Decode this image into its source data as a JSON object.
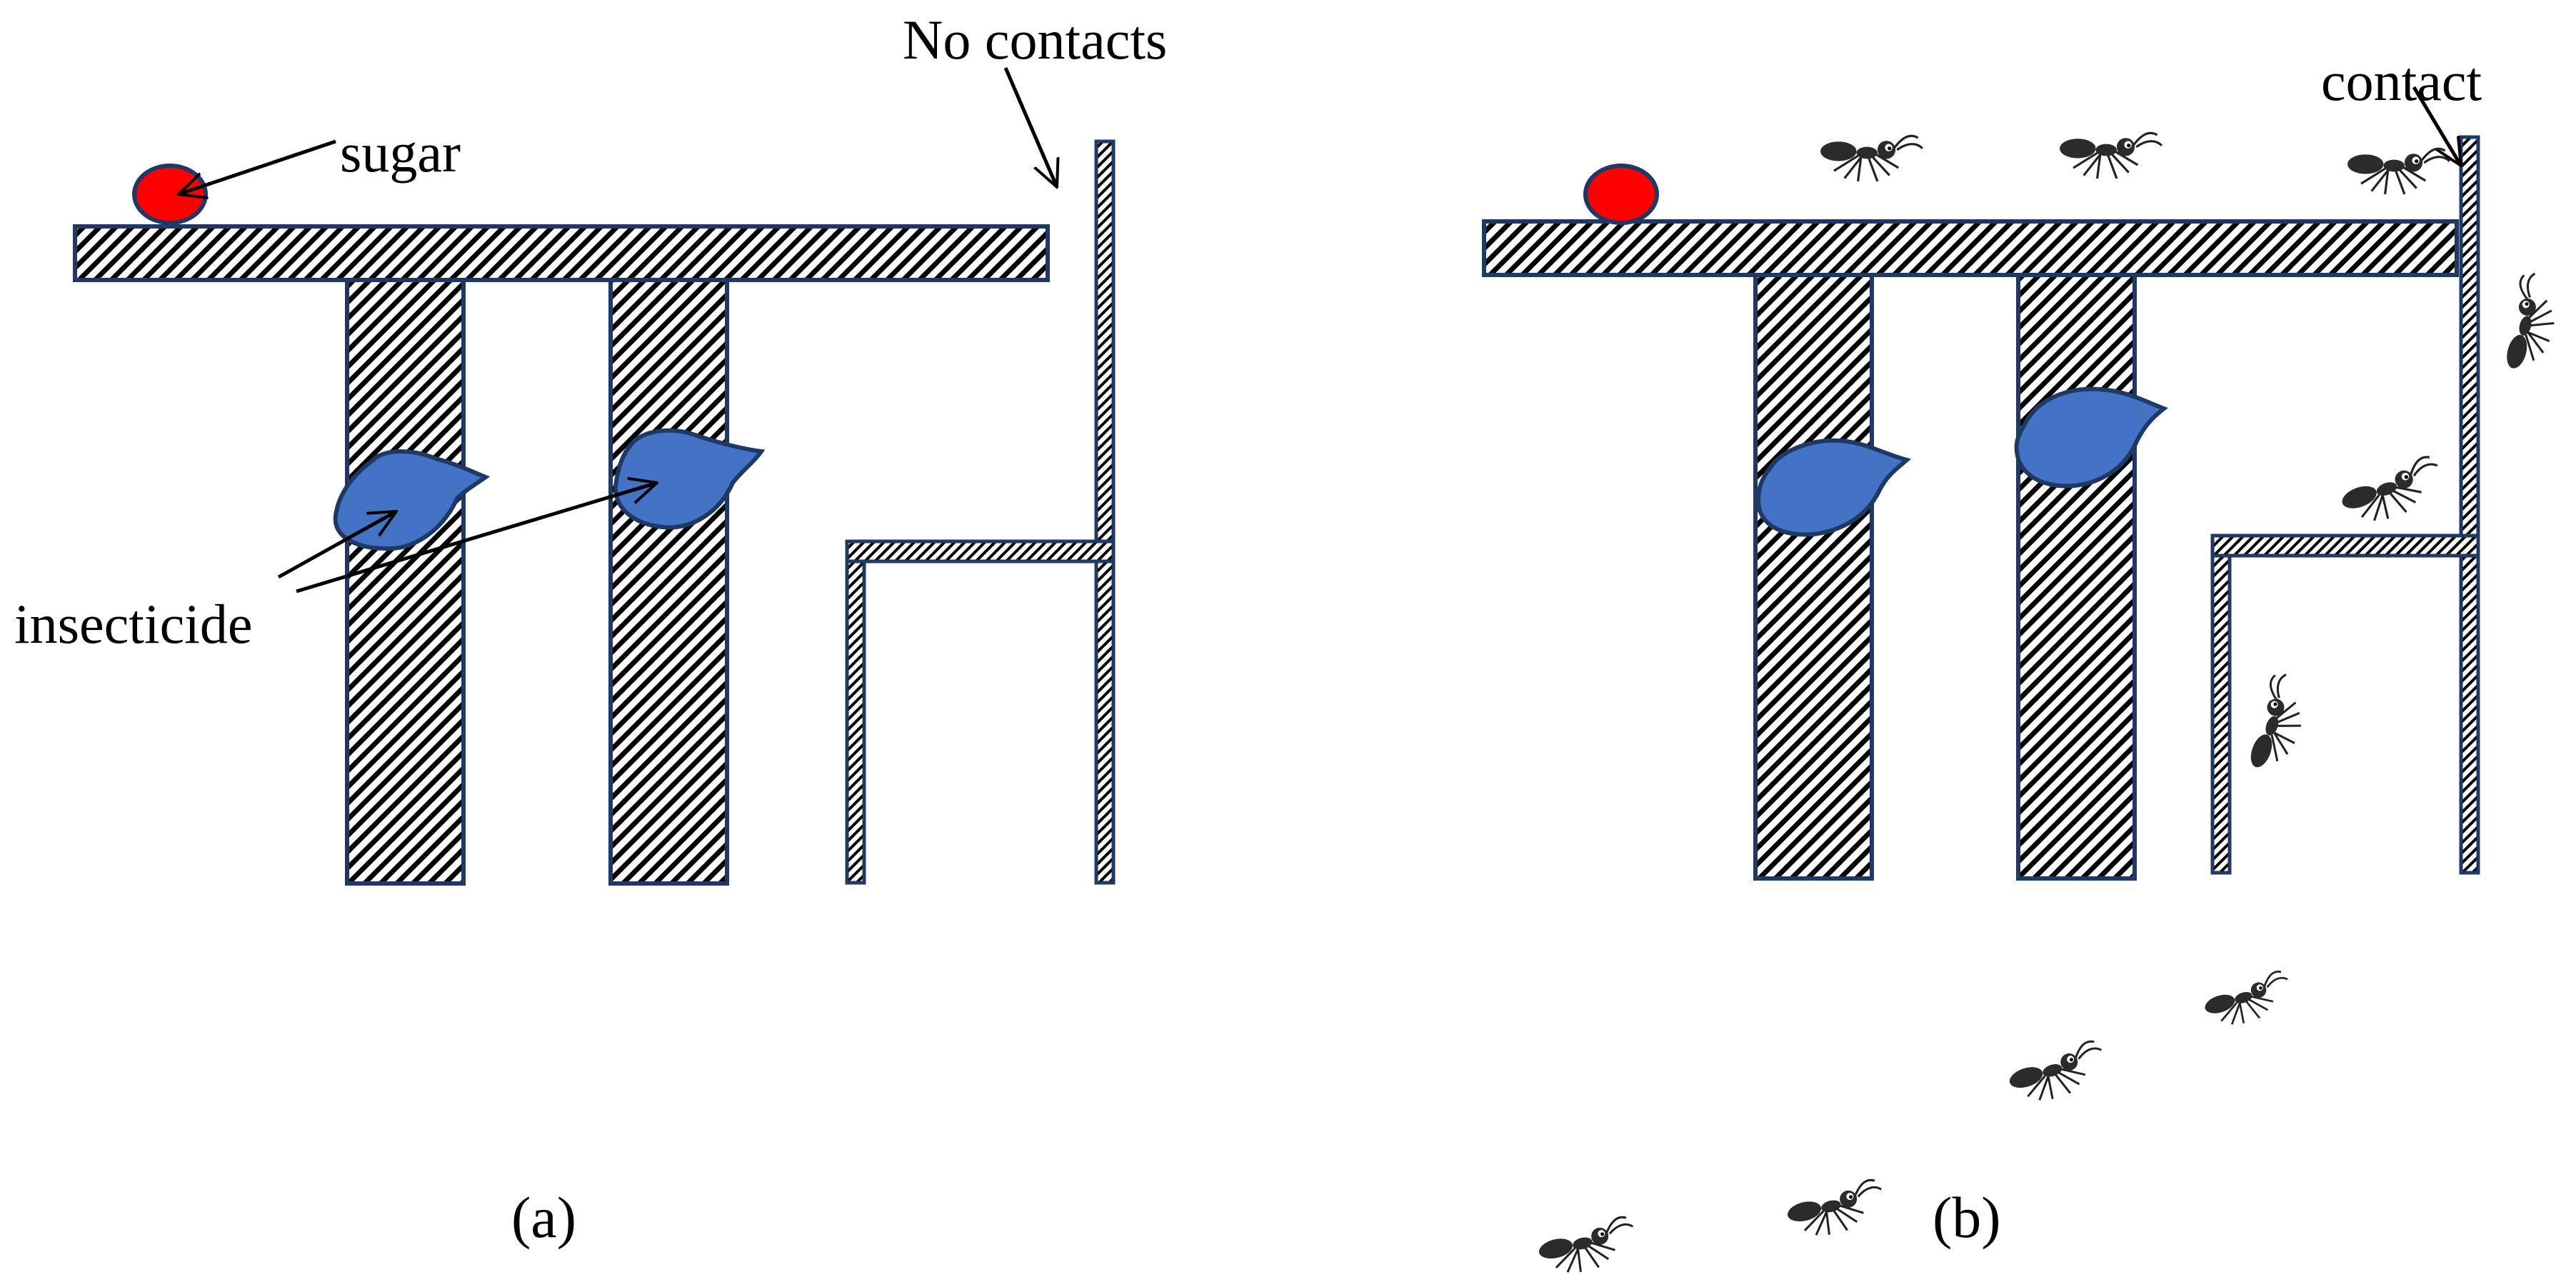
{
  "labels": {
    "sugar": "sugar",
    "insecticide": "insecticide",
    "no_contacts": "No contacts",
    "contact": "contact",
    "panel_a": "(a)",
    "panel_b": "(b)"
  },
  "colors": {
    "outline": "#1f3864",
    "sugar": "#ff0000",
    "insecticide": "#4472c4",
    "hatch": "#000000",
    "ant": "#2b2b2b"
  }
}
